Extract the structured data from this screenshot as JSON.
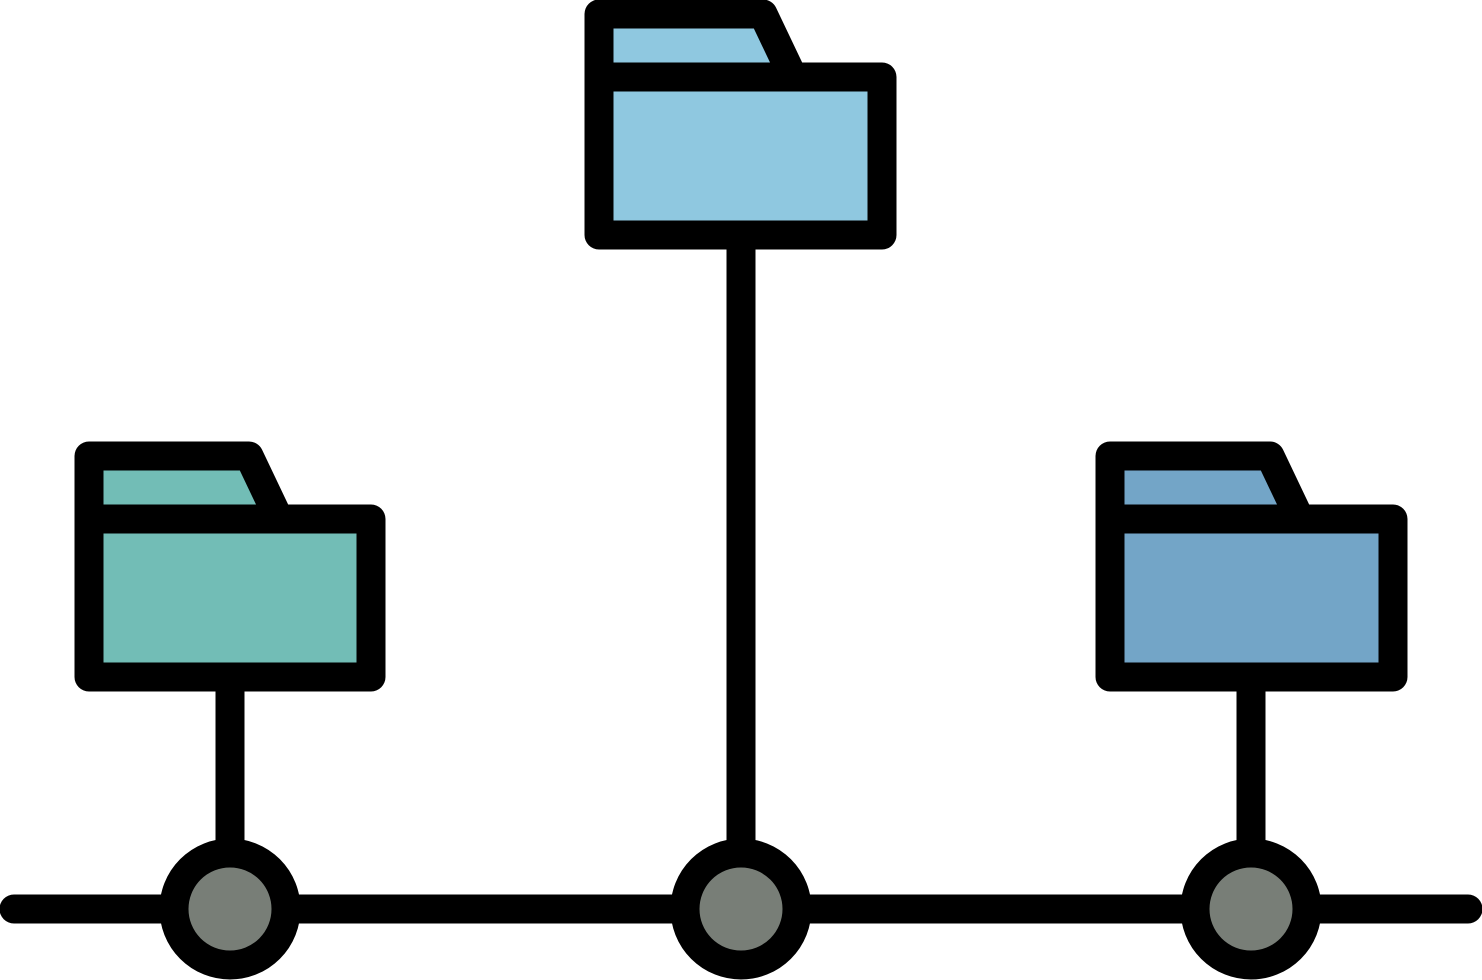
{
  "icon": {
    "name": "network-folders-icon",
    "colors": {
      "stroke": "#000000",
      "node_fill": "#787e77",
      "background": "#ffffff"
    },
    "folders": [
      {
        "name": "folder-left-icon",
        "fill": "#72bdb6"
      },
      {
        "name": "folder-center-icon",
        "fill": "#8fc8e0"
      },
      {
        "name": "folder-right-icon",
        "fill": "#73a5c7"
      }
    ],
    "nodes": [
      {
        "name": "node-left"
      },
      {
        "name": "node-center"
      },
      {
        "name": "node-right"
      }
    ]
  }
}
